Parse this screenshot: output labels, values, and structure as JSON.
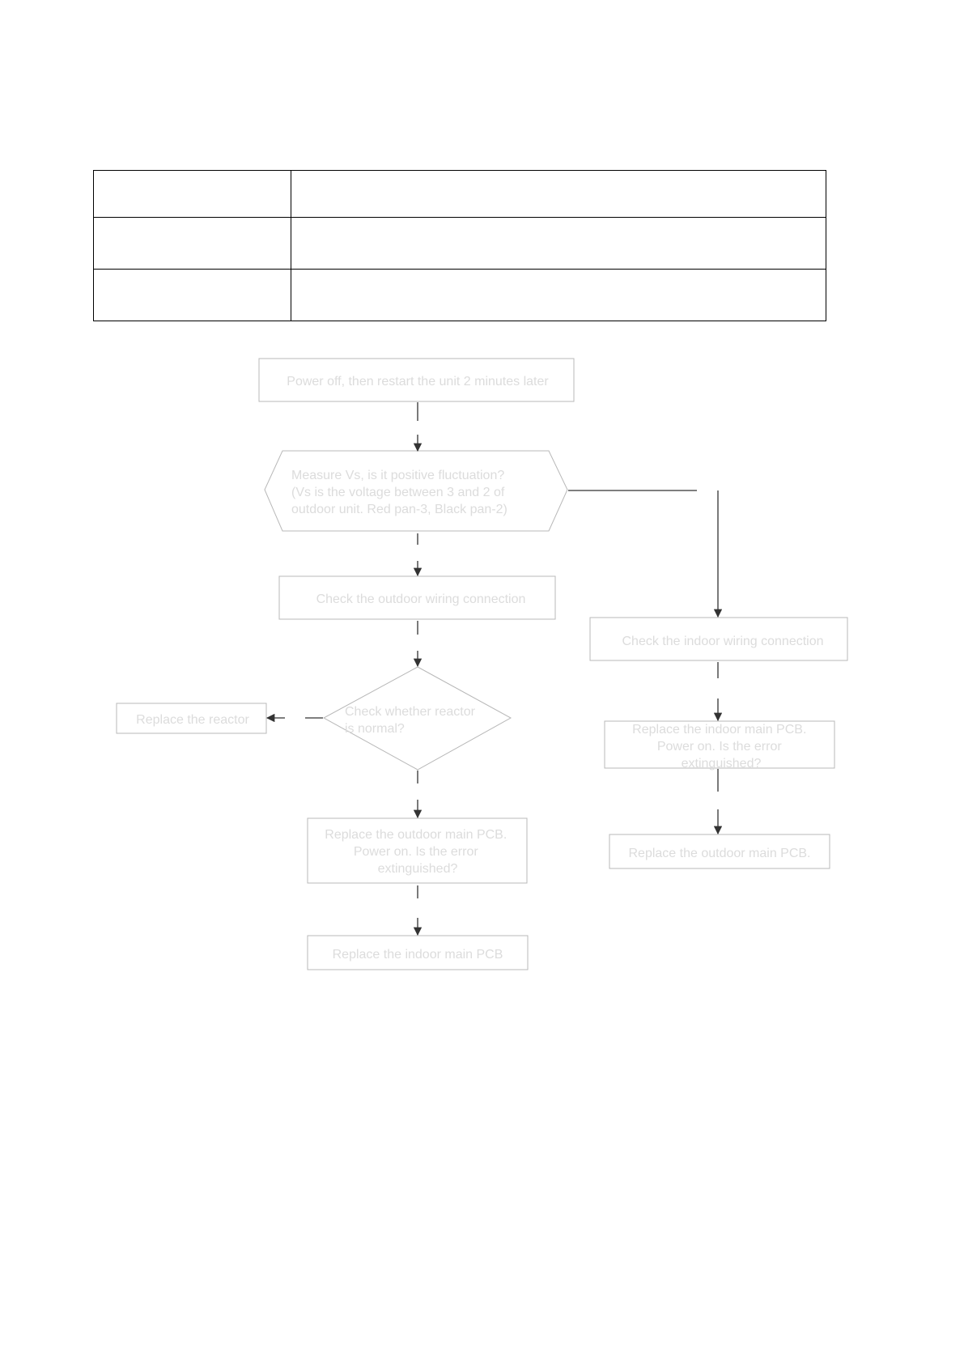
{
  "table": {
    "rows": [
      [
        "",
        ""
      ],
      [
        "",
        ""
      ],
      [
        "",
        ""
      ]
    ]
  },
  "flowchart": {
    "nodes": {
      "power_off": {
        "lines": [
          "Power off, then restart the unit 2 minutes later"
        ]
      },
      "measure_vs": {
        "lines": [
          "Measure  Vs, is it  positive fluctuation?",
          "(Vs is the voltage between 3 and 2 of",
          "outdoor unit. Red pan-3, Black pan-2)"
        ]
      },
      "check_outdoor_wiring": {
        "lines": [
          "Check the outdoor wiring connection"
        ]
      },
      "check_reactor": {
        "lines": [
          "Check whether reactor",
          "is normal?"
        ]
      },
      "replace_reactor": {
        "lines": [
          "Replace  the reactor"
        ]
      },
      "replace_outdoor_pcb_q": {
        "lines": [
          "Replace the outdoor main PCB.",
          "Power on. Is the error",
          "extinguished?"
        ]
      },
      "replace_indoor_pcb": {
        "lines": [
          "Replace the indoor main PCB"
        ]
      },
      "check_indoor_wiring": {
        "lines": [
          "Check the indoor wiring connection"
        ]
      },
      "replace_indoor_pcb_q": {
        "lines": [
          "Replace the indoor main PCB.",
          "Power on. Is the error",
          "extinguished?"
        ]
      },
      "replace_outdoor_pcb": {
        "lines": [
          "Replace  the outdoor main PCB."
        ]
      }
    }
  }
}
